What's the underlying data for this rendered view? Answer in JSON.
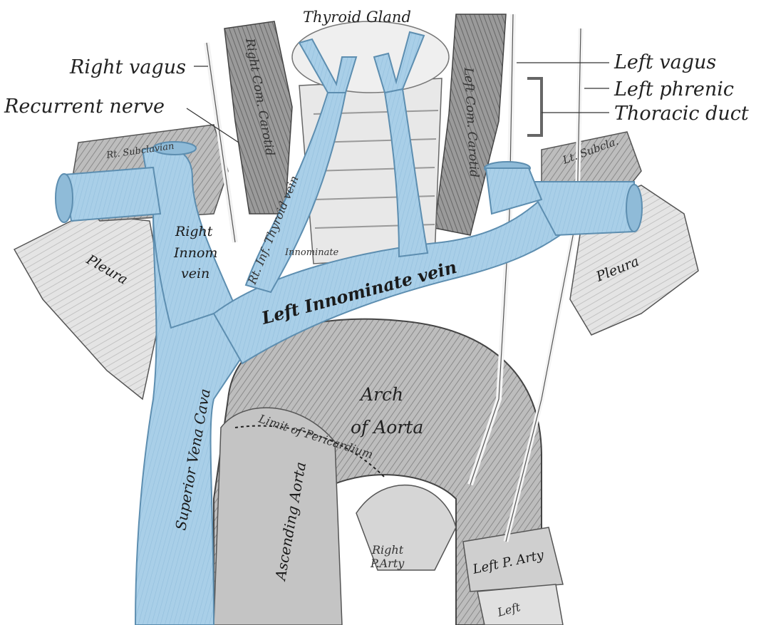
{
  "diagram": {
    "external_labels": {
      "thyroid_gland": "Thyroid Gland",
      "right_vagus": "Right vagus",
      "recurrent_nerve": "Recurrent nerve",
      "left_vagus": "Left vagus",
      "left_phrenic": "Left phrenic",
      "thoracic_duct": "Thoracic duct"
    },
    "structure_labels": {
      "rt_subclavian": "Rt. Subclavian",
      "rt_com_carotid": "Right Com. Carotid",
      "left_com_carotid": "Left Com. Carotid",
      "lt_subcla": "Lt. Subcla.",
      "pleura_left_side": "Pleura",
      "pleura_right_side": "Pleura",
      "right_innom_vein_l1": "Right",
      "right_innom_vein_l2": "Innom",
      "right_innom_vein_l3": "vein",
      "rt_inf_thyroid_vein": "Rt. Inf. Thyroid vein",
      "innominate": "Innominate",
      "left_innominate_vein": "Left Innominate vein",
      "superior_vena_cava": "Superior Vena Cava",
      "arch_of_aorta_l1": "Arch",
      "arch_of_aorta_l2": "of Aorta",
      "limit_of_pericardium": "Limit of Pericardium",
      "ascending_aorta": "Ascending Aorta",
      "right_p_arty_l1": "Right",
      "right_p_arty_l2": "P.Arty",
      "left_p_arty": "Left P. Arty",
      "left_bronchus": "Left"
    },
    "colors": {
      "vein": "#a9cfe8",
      "vein_shade": "#7fb2d4",
      "tissue_dark": "#8c8c8c",
      "tissue_mid": "#b5b5b5",
      "tissue_light": "#dcdcdc",
      "pleura": "#efefef"
    }
  }
}
